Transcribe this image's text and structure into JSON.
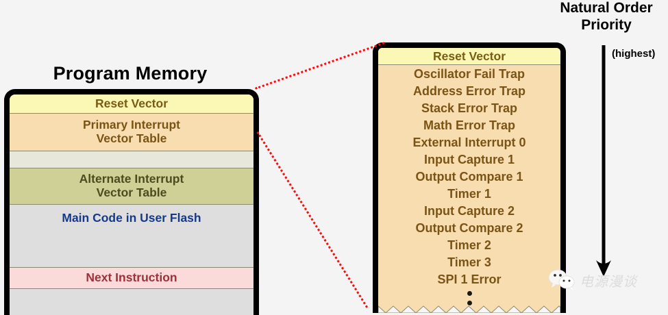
{
  "program_memory": {
    "title": "Program Memory",
    "bands": [
      {
        "label": "Reset Vector",
        "kind": "reset",
        "color": "#fbf7b5"
      },
      {
        "label": "Primary Interrupt\nVector Table",
        "kind": "primary",
        "color": "#f8ddb0"
      },
      {
        "label": "",
        "kind": "gap1",
        "color": "#e8e7db"
      },
      {
        "label": "Alternate Interrupt\nVector Table",
        "kind": "alt",
        "color": "#ced095"
      },
      {
        "label": "Main Code in User Flash",
        "kind": "main",
        "color": "#dededf"
      },
      {
        "label": "Next Instruction",
        "kind": "next",
        "color": "#fbdada"
      },
      {
        "label": "",
        "kind": "tail",
        "color": "#dededf"
      }
    ]
  },
  "detail_panel": {
    "header": "Reset Vector",
    "header_color": "#fbf7b5",
    "body_color": "#f8ddb0",
    "vectors": [
      "Oscillator Fail Trap",
      "Address Error Trap",
      "Stack Error Trap",
      "Math Error Trap",
      "External Interrupt 0",
      "Input Capture 1",
      "Output Compare 1",
      "Timer 1",
      "Input Capture 2",
      "Output Compare 2",
      "Timer 2",
      "Timer 3",
      "SPI 1 Error"
    ],
    "continuation": "vertical-ellipsis"
  },
  "priority": {
    "title": "Natural Order\nPriority",
    "highest_label": "(highest)",
    "arrow_direction": "down"
  },
  "connectors": {
    "color": "#fb0b0b",
    "style": "dotted"
  },
  "watermark": {
    "text": "电源漫谈",
    "icon": "wechat-icon"
  }
}
